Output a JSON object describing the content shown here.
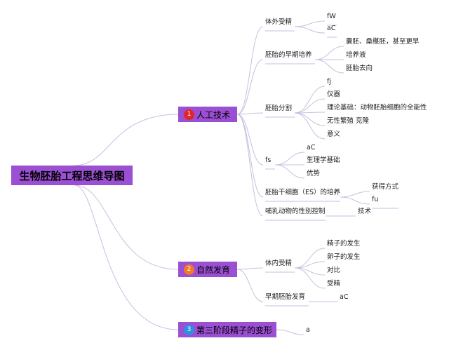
{
  "root": {
    "label": "生物胚胎工程思维导图"
  },
  "branches": [
    {
      "label": "人工技术",
      "badge": "1",
      "badge_color": "#e0262b",
      "children": [
        {
          "label": "体外受精",
          "children": [
            {
              "label": "fW"
            },
            {
              "label": "aC"
            }
          ]
        },
        {
          "label": "胚胎的早期培养",
          "children": [
            {
              "label": "囊胚、桑椹胚，甚至更早"
            },
            {
              "label": "培养液"
            },
            {
              "label": "胚胎去向"
            }
          ]
        },
        {
          "label": "胚胎分割",
          "children": [
            {
              "label": "fj"
            },
            {
              "label": "仪器"
            },
            {
              "label": "理论基础：动物胚胎细胞的全能性"
            },
            {
              "label": "无性繁殖 克隆"
            },
            {
              "label": "意义"
            }
          ]
        },
        {
          "label": "fs",
          "children": [
            {
              "label": "aC"
            },
            {
              "label": "生理学基础"
            },
            {
              "label": "优势"
            }
          ]
        },
        {
          "label": "胚胎干细胞（ES）的培养",
          "children": [
            {
              "label": "获得方式"
            },
            {
              "label": "fu"
            }
          ]
        },
        {
          "label": "哺乳动物的性别控制",
          "children": [
            {
              "label": "技术"
            }
          ]
        }
      ]
    },
    {
      "label": "自然发育",
      "badge": "2",
      "badge_color": "#f07a2a",
      "children": [
        {
          "label": "体内受精",
          "children": [
            {
              "label": "精子的发生"
            },
            {
              "label": "卵子的发生"
            },
            {
              "label": "对比"
            },
            {
              "label": "受精"
            }
          ]
        },
        {
          "label": "早期胚胎发育",
          "children": [
            {
              "label": "aC"
            }
          ]
        }
      ]
    },
    {
      "label": "第三阶段精子的变形",
      "badge": "3",
      "badge_color": "#2f8fe0",
      "children": [
        {
          "label": "a"
        }
      ]
    }
  ],
  "colors": {
    "node_fill": "#9b4fd3",
    "connector": "#c9bfe0"
  }
}
